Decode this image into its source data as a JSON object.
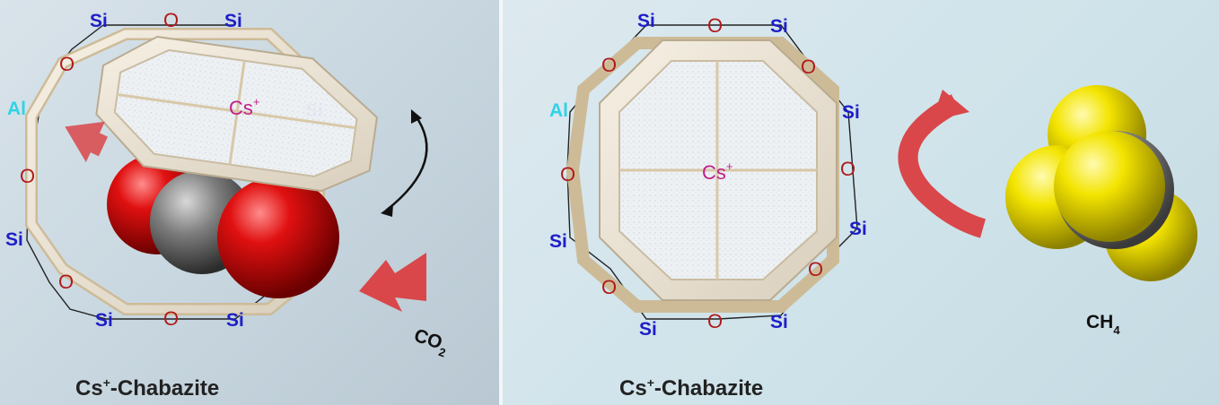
{
  "left_panel": {
    "caption_main": "Cs",
    "caption_sup": "+",
    "caption_rest": "-Chabazite",
    "cation_main": "Cs",
    "cation_sup": "+",
    "ghost_si": "Si",
    "gas_main": "CO",
    "gas_sub": "2",
    "atoms": {
      "si_top_left": "Si",
      "si_top_right": "Si",
      "o_top": "O",
      "o_upper_left": "O",
      "al": "Al",
      "o_mid_left": "O",
      "si_lower_left": "Si",
      "o_lower_left": "O",
      "si_bottom_left": "Si",
      "o_bottom": "O",
      "si_bottom_right": "Si"
    }
  },
  "right_panel": {
    "caption_main": "Cs",
    "caption_sup": "+",
    "caption_rest": "-Chabazite",
    "cation_main": "Cs",
    "cation_sup": "+",
    "molecule_main": "CH",
    "molecule_sub": "4",
    "atoms": {
      "si_top_left": "Si",
      "o_top": "O",
      "si_top_right": "Si",
      "o_upper_left": "O",
      "o_upper_right": "O",
      "al": "Al",
      "si_right_1": "Si",
      "o_mid_left": "O",
      "o_right_1": "O",
      "si_lower_left": "Si",
      "si_right_2": "Si",
      "o_lower_left": "O",
      "o_lower_right": "O",
      "si_bottom_left": "Si",
      "o_bottom": "O",
      "si_bottom_right": "Si"
    }
  },
  "colors": {
    "silicon": "#1e1ec8",
    "oxygen_label": "#b01b1b",
    "aluminum": "#2fd3e6",
    "cation": "#c0208a",
    "oxygen_sphere": "#d40a0a",
    "carbon_sphere": "#7a7a7a",
    "hydrogen_sphere": "#f2e600",
    "arrow": "#d9474a",
    "frame": "#ece4d6"
  }
}
